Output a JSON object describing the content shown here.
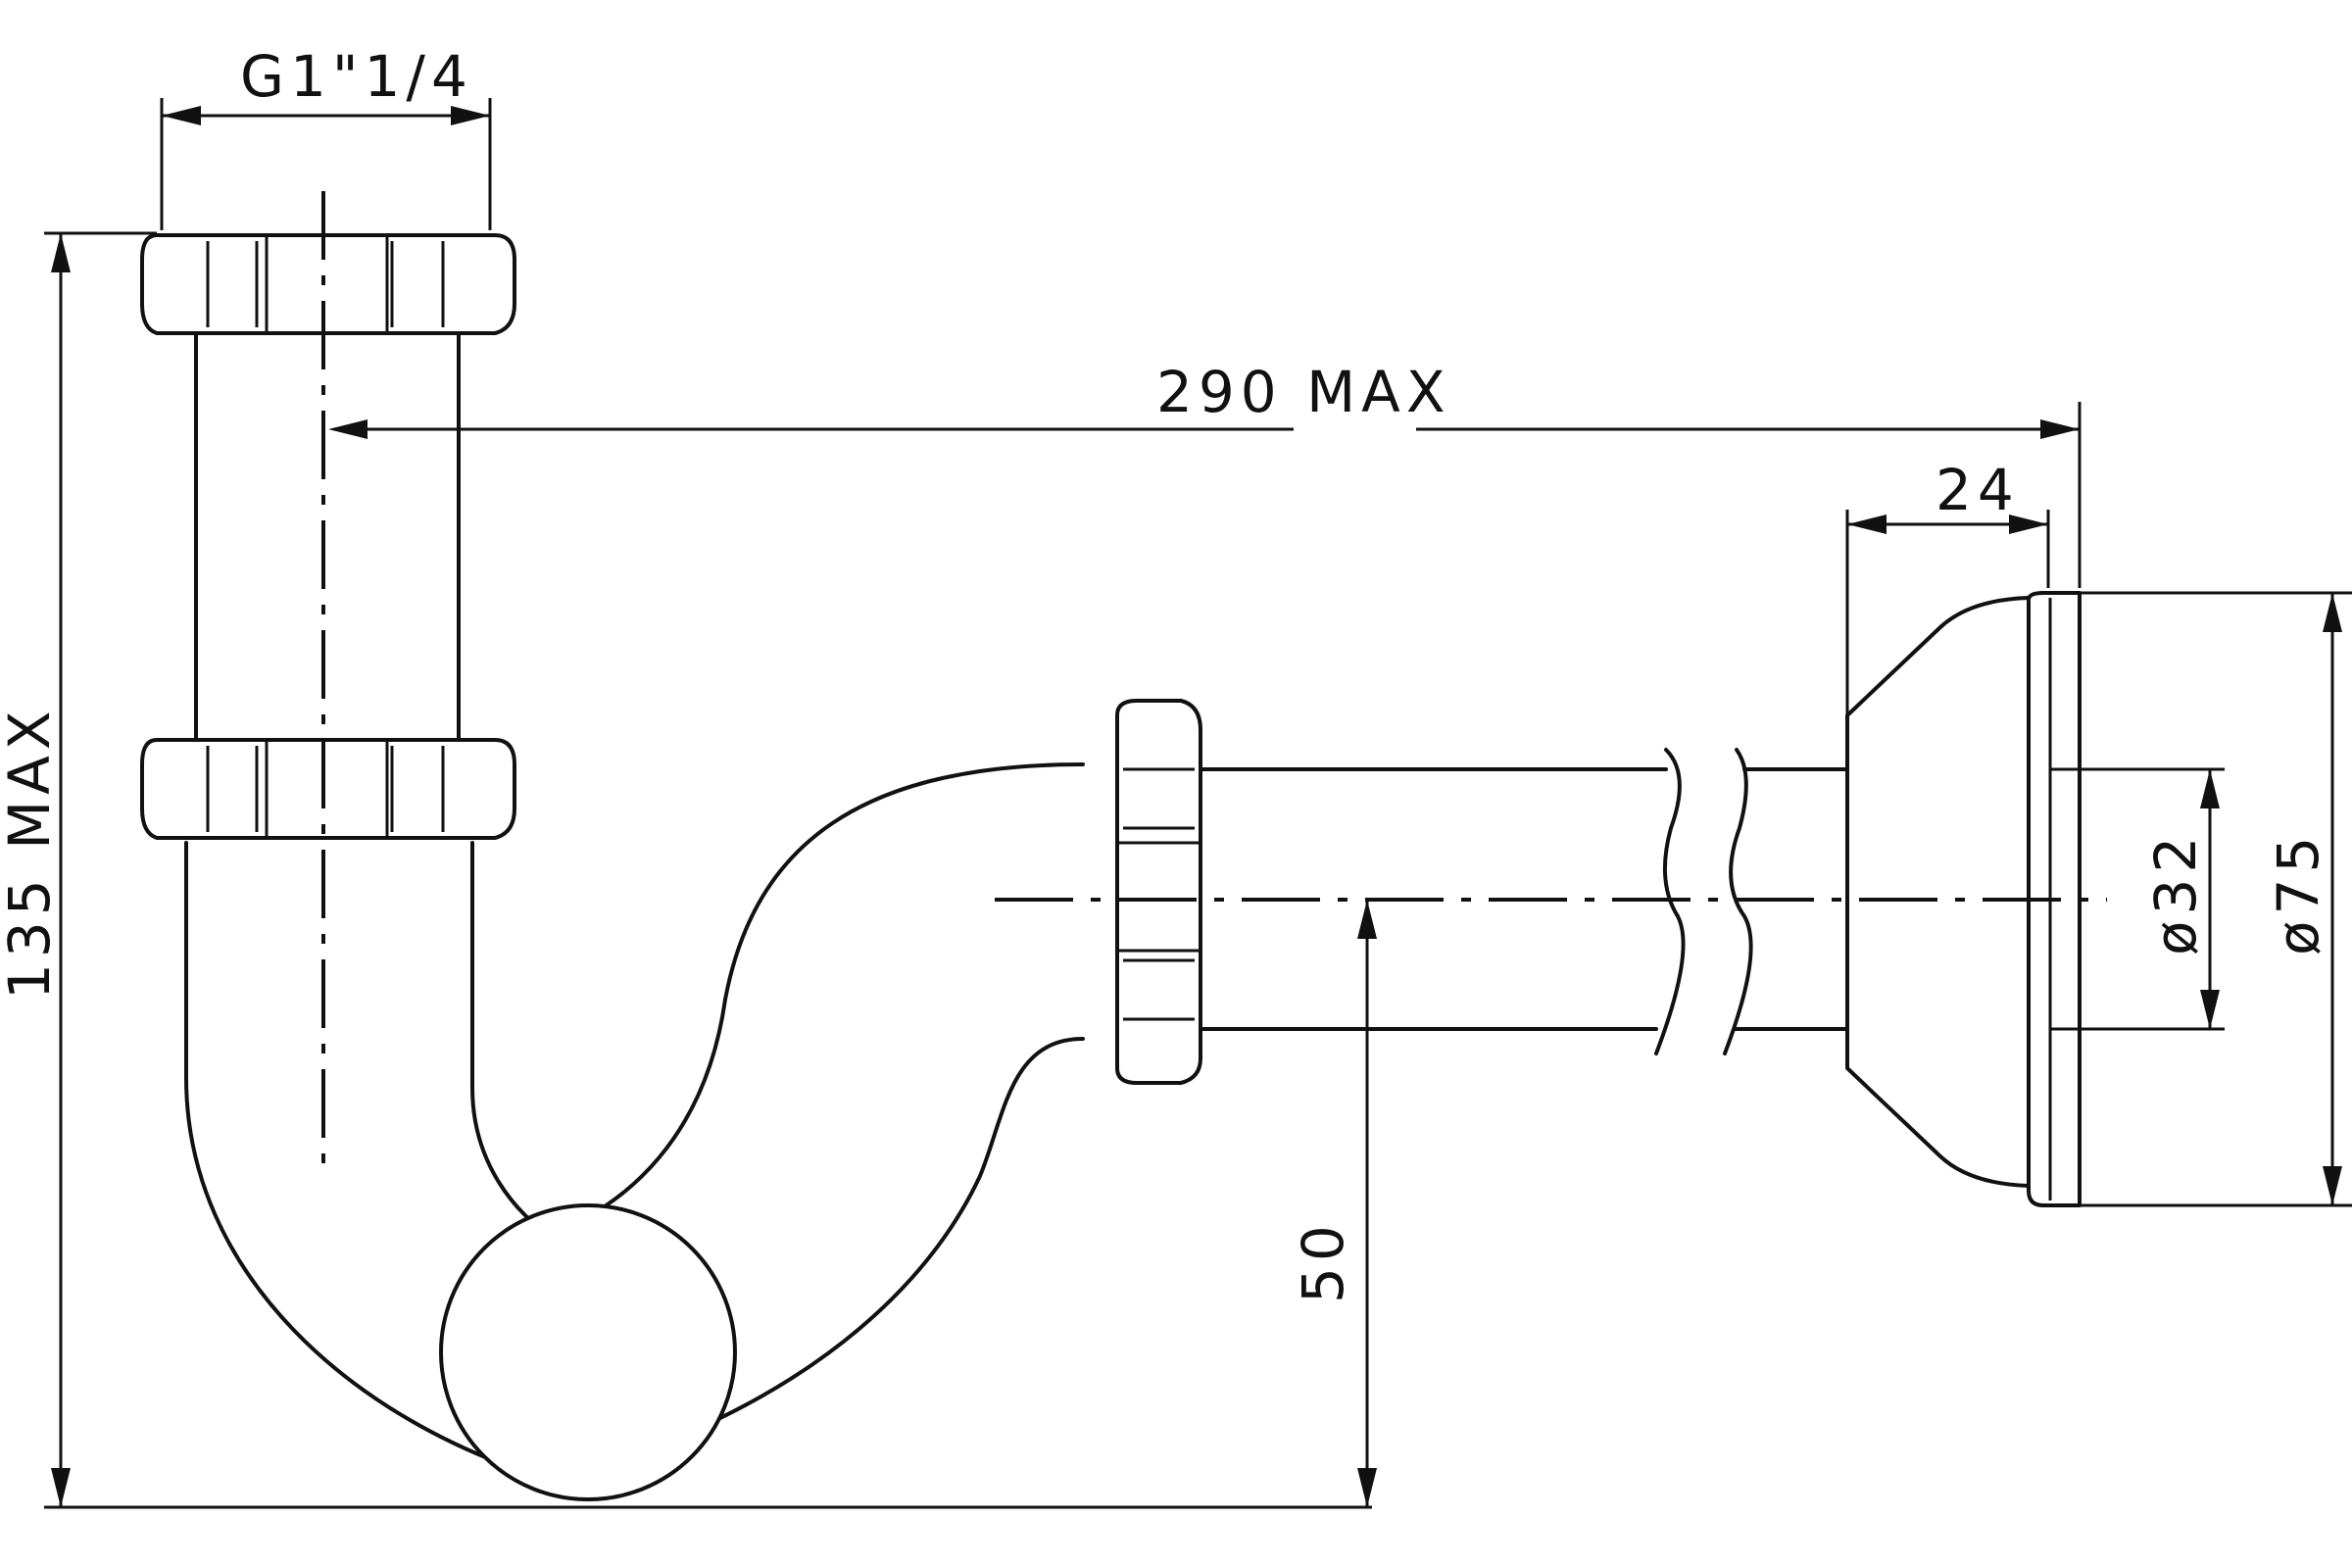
{
  "drawing": {
    "dimensions": {
      "thread": "G1\"1/4",
      "length_max": "290 MAX",
      "height_max": "135 MAX",
      "collar_depth": "24",
      "pipe_diameter": "ø32",
      "rosette_diameter": "ø75",
      "outlet_height": "50"
    }
  }
}
